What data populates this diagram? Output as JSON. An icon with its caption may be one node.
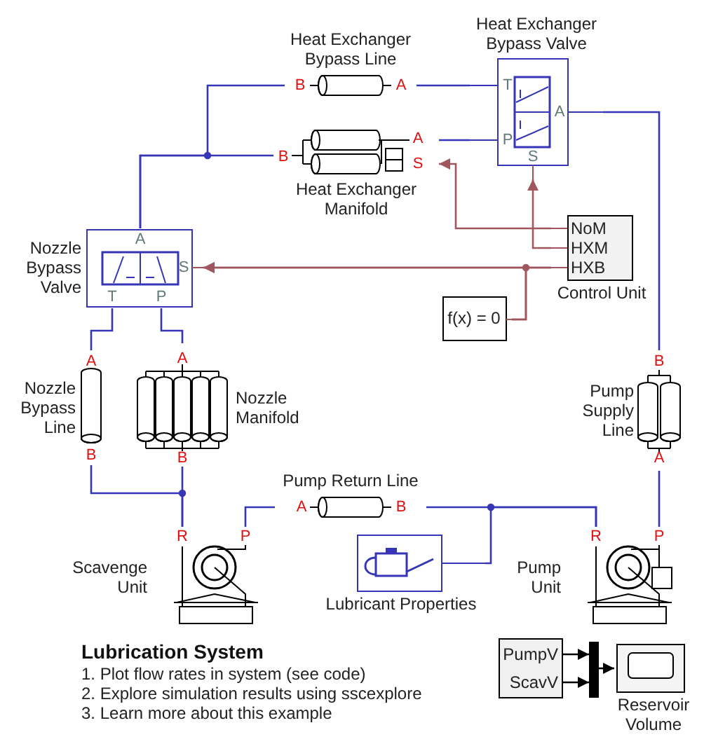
{
  "diagram": {
    "title": "Lubrication System",
    "nodes": [
      {
        "text": [
          "Heat Exchanger Bypass Line"
        ]
      },
      {
        "text": [
          "Heat Exchanger Bypass Valve"
        ]
      },
      {
        "text": [
          "Heat Exchanger Manifold"
        ]
      },
      {
        "text": [
          "NoM",
          "HXM",
          "HXB"
        ],
        "beside": [
          "Control Unit"
        ]
      },
      {
        "text": [
          "Nozzle Bypass Valve"
        ]
      },
      {
        "text": [
          "f(x) = 0"
        ]
      },
      {
        "text": [
          "Nozzle Bypass Line"
        ]
      },
      {
        "text": [
          "Nozzle Manifold"
        ]
      },
      {
        "text": [
          "Pump Supply Line"
        ]
      },
      {
        "text": [
          "Pump Return Line"
        ]
      },
      {
        "text": [
          "Scavenge Unit"
        ]
      },
      {
        "text": [
          "Lubricant Properties"
        ]
      },
      {
        "text": [
          "Pump Unit"
        ]
      },
      {
        "text": [
          "PumpV",
          "ScavV"
        ]
      },
      {
        "text": [],
        "shape": "bar"
      },
      {
        "text": [
          "Reservoir Volume"
        ]
      }
    ],
    "edges": [
      {
        "from": 4,
        "to": 0,
        "arrow": "none"
      },
      {
        "from": 4,
        "to": 2,
        "arrow": "none"
      },
      {
        "from": 0,
        "to": 1,
        "arrow": "none"
      },
      {
        "from": 2,
        "to": 1,
        "arrow": "none"
      },
      {
        "from": 1,
        "to": 8,
        "arrow": "none"
      },
      {
        "from": 3,
        "to": 2,
        "arrow": "to",
        "color": "#a0565c"
      },
      {
        "from": 3,
        "to": 1,
        "arrow": "to",
        "color": "#a0565c"
      },
      {
        "from": 3,
        "to": 4,
        "arrow": "to",
        "color": "#a0565c"
      },
      {
        "from": 5,
        "to": 4,
        "arrow": "to",
        "color": "#a0565c"
      },
      {
        "from": 5,
        "to": 3,
        "arrow": "none",
        "color": "#a0565c"
      },
      {
        "from": 4,
        "to": 6,
        "arrow": "none"
      },
      {
        "from": 4,
        "to": 7,
        "arrow": "none"
      },
      {
        "from": 6,
        "to": 10,
        "arrow": "none"
      },
      {
        "from": 7,
        "to": 10,
        "arrow": "none"
      },
      {
        "from": 10,
        "to": 9,
        "arrow": "none"
      },
      {
        "from": 9,
        "to": 12,
        "arrow": "none"
      },
      {
        "from": 11,
        "to": 12,
        "arrow": "none"
      },
      {
        "from": 12,
        "to": 8,
        "arrow": "none"
      },
      {
        "from": 13,
        "to": 14,
        "arrow": "to",
        "color": "#000000"
      },
      {
        "from": 13,
        "to": 14,
        "arrow": "to",
        "color": "#000000"
      },
      {
        "from": 14,
        "to": 15,
        "arrow": "to",
        "color": "#000000"
      }
    ],
    "labels": [
      "B",
      "A",
      "T",
      "A",
      "A",
      "P",
      "B",
      "S",
      "S",
      "A",
      "S",
      "T",
      "P",
      "A",
      "A",
      "B",
      "B",
      "B",
      "A",
      "A",
      "B",
      "R",
      "P",
      "R",
      "P",
      "1. Plot flow rates in system (see code)",
      "2. Explore simulation results using sscexplore",
      "3. Learn more about this example"
    ]
  }
}
